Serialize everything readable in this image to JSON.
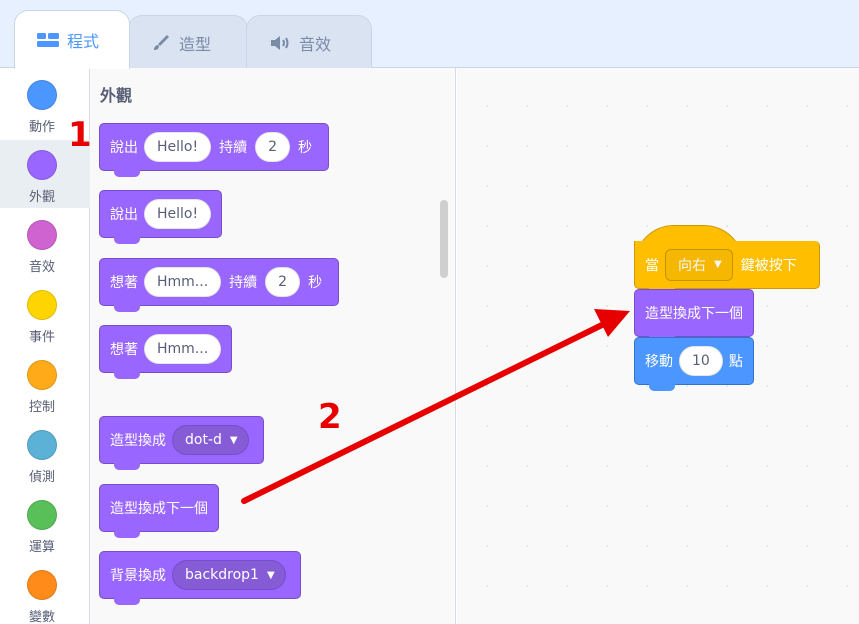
{
  "tabs": [
    {
      "label": "程式",
      "icon": "code-icon",
      "active": true
    },
    {
      "label": "造型",
      "icon": "brush-icon",
      "active": false
    },
    {
      "label": "音效",
      "icon": "speaker-icon",
      "active": false
    }
  ],
  "categories": [
    {
      "label": "動作",
      "color": "#4c97ff"
    },
    {
      "label": "外觀",
      "color": "#9966ff",
      "selected": true
    },
    {
      "label": "音效",
      "color": "#cf63cf"
    },
    {
      "label": "事件",
      "color": "#ffd500"
    },
    {
      "label": "控制",
      "color": "#ffab19"
    },
    {
      "label": "偵測",
      "color": "#5cb1d6"
    },
    {
      "label": "運算",
      "color": "#59c059"
    },
    {
      "label": "變數",
      "color": "#ff8c1a"
    }
  ],
  "palette": {
    "title": "外觀",
    "say_for_secs": {
      "say": "說出",
      "text": "Hello!",
      "for": "持續",
      "secs": "2",
      "unit": "秒"
    },
    "say": {
      "say": "說出",
      "text": "Hello!"
    },
    "think_for_secs": {
      "think": "想著",
      "text": "Hmm...",
      "for": "持續",
      "secs": "2",
      "unit": "秒"
    },
    "think": {
      "think": "想著",
      "text": "Hmm..."
    },
    "switch_costume": {
      "label": "造型換成",
      "value": "dot-d"
    },
    "next_costume": {
      "label": "造型換成下一個"
    },
    "switch_backdrop": {
      "label": "背景換成",
      "value": "backdrop1"
    }
  },
  "script": {
    "hat": {
      "when": "當",
      "key": "向右",
      "pressed": "鍵被按下"
    },
    "next_costume": "造型換成下一個",
    "move": {
      "label": "移動",
      "steps": "10",
      "unit": "點"
    }
  },
  "annotations": {
    "step1": "1",
    "step2": "2",
    "color": "#e60000"
  }
}
